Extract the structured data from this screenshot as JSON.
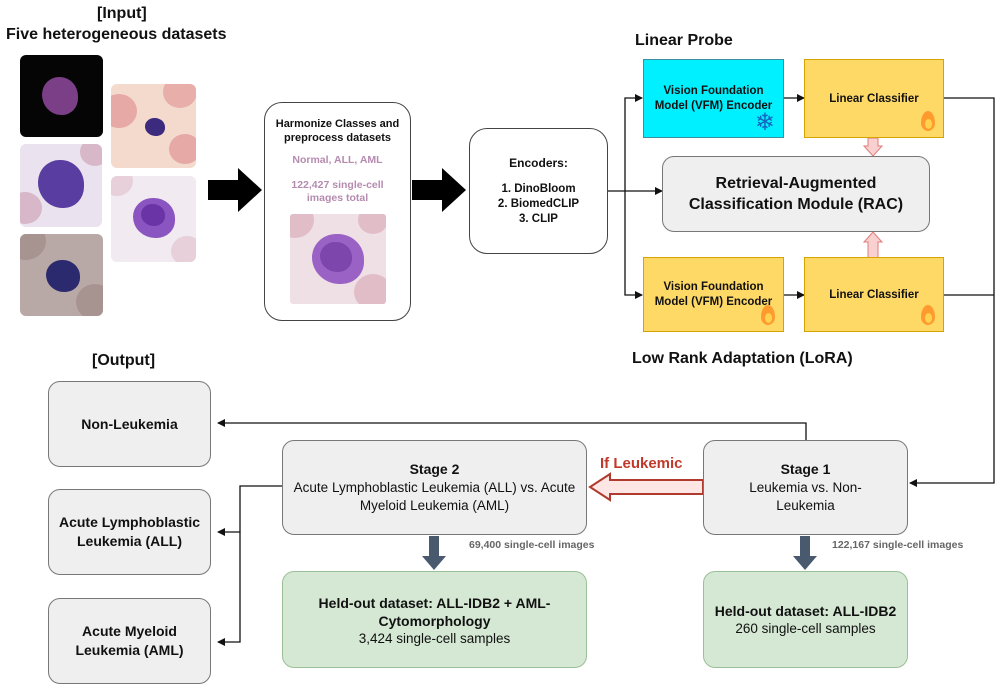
{
  "input": {
    "heading": "[Input]",
    "subheading": "Five heterogeneous datasets"
  },
  "harmonize": {
    "title": "Harmonize Classes and preprocess datasets",
    "classes": "Normal, ALL, AML",
    "count": "122,427 single-cell images total"
  },
  "encoders": {
    "title": "Encoders:",
    "items": [
      "1. DinoBloom",
      "2. BiomedCLIP",
      "3. CLIP"
    ]
  },
  "linear_probe": {
    "heading": "Linear Probe",
    "encoder": "Vision Foundation Model  (VFM) Encoder",
    "classifier": "Linear Classifier"
  },
  "rac": {
    "label": "Retrieval-Augmented Classification Module (RAC)"
  },
  "lora": {
    "heading": "Low Rank Adaptation (LoRA)",
    "encoder": "Vision Foundation Model  (VFM) Encoder",
    "classifier": "Linear Classifier"
  },
  "output": {
    "heading": "[Output]",
    "non_leukemia": "Non-Leukemia",
    "all": "Acute Lymphoblastic Leukemia (ALL)",
    "aml": "Acute Myeloid Leukemia (AML)"
  },
  "stage1": {
    "title": "Stage 1",
    "body": "Leukemia vs. Non-Leukemia",
    "count": "122,167 single-cell images",
    "heldout_title": "Held-out dataset: ALL-IDB2",
    "heldout_samples": "260 single-cell samples"
  },
  "stage2": {
    "title": "Stage 2",
    "body": "Acute Lymphoblastic Leukemia (ALL) vs. Acute Myeloid Leukemia (AML)",
    "count": "69,400 single-cell images",
    "heldout_title": "Held-out dataset: ALL-IDB2 + AML-Cytomorphology",
    "heldout_samples": "3,424 single-cell samples"
  },
  "if_leukemic": "If Leukemic",
  "icons": {
    "frozen": "snowflake-icon",
    "trainable": "fire-icon"
  },
  "colors": {
    "vfm_frozen": "#00f0ff",
    "trainable": "#ffd966",
    "heldout": "#d5e8d4",
    "if_leukemic": "#c0392b",
    "class_text": "#b58bb0"
  }
}
